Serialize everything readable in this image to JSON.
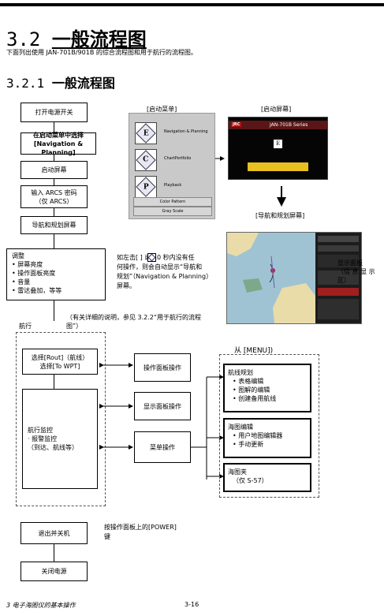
{
  "header": {
    "section_number": "3.2",
    "section_title": "一般流程图",
    "intro": "下面列出使用 JAN-701B/901B 的综合流程图和用于航行的流程图。",
    "subsection_number": "3.2.1",
    "subsection_title": "一般流程图"
  },
  "flow": {
    "power_on": "打开电源开关",
    "select_nav_line1": "在启动菜单中选择",
    "select_nav_line2": "[Navigation & Planning]",
    "splash": "启动屏幕",
    "arcs_line1": "输入 ARCS 密码",
    "arcs_line2": "（仅 ARCS）",
    "nav_screen": "导航和规划屏幕",
    "adjust_title": "调整",
    "adjust_items": [
      "• 屏幕亮度",
      "• 操作面板亮度",
      "• 音量",
      "• 雷达叠加，等等"
    ],
    "navigation_label": "航行",
    "detail_note_line1": "（有关详细的说明，参见 3.2.2“用于航行的流程",
    "detail_note_line2": "图”）",
    "route_line1": "选择[Rout]（航线）",
    "route_line2": "选择[To WPT]",
    "monitor_title": "航行监控",
    "monitor_line2": "· 报警监控",
    "monitor_line3": "（到达、航线等）",
    "op_panel": "操作面板操作",
    "display_panel": "显示面板操作",
    "menu_op": "菜单操作",
    "exit_shutdown": "退出并关机",
    "power_note_line1": "按操作面板上的[POWER]",
    "power_note_line2": "键",
    "power_off": "关闭电源"
  },
  "screens": {
    "start_menu_caption": "[启动菜单]",
    "splash_caption": "[启动屏幕]",
    "nav_caption": "[导航和规划屏幕]",
    "start_menu_items": [
      {
        "letter": "E",
        "label": "Navigation & Planning"
      },
      {
        "letter": "C",
        "label": "ChartPortfolio"
      },
      {
        "letter": "P",
        "label": "Playback"
      }
    ],
    "start_menu_bars": [
      "Color Pattern",
      "Gray Scale"
    ],
    "splash_brand": "JRC",
    "splash_title": "JAN-701B Series",
    "splash_letter": "E",
    "display_panel_label_line1": "显示面板",
    "display_panel_label_line2": "（信 息 显 示",
    "display_panel_label_line3": "区）"
  },
  "note": {
    "line1": "如左击[  ] 或 10 秒内没有任",
    "line2": "何操作，则会自动显示“导航和",
    "line3": "规划”（Navigation & Planning）",
    "line4": "屏幕。"
  },
  "menu": {
    "from_label": "从 [MENU])",
    "route_plan_title": "航线规划",
    "route_plan_items": [
      "• 表格编辑",
      "• 图解的编辑",
      "• 创建备用航线"
    ],
    "chart_edit_title": "海图编辑",
    "chart_edit_items": [
      "• 用户地图编辑器",
      "• 手动更新"
    ],
    "chart_folder_title": "海图夹",
    "chart_folder_line2": "（仅 S-57）"
  },
  "footer": {
    "chapter": "3  电子海图仪的基本操作",
    "page": "3-16"
  }
}
